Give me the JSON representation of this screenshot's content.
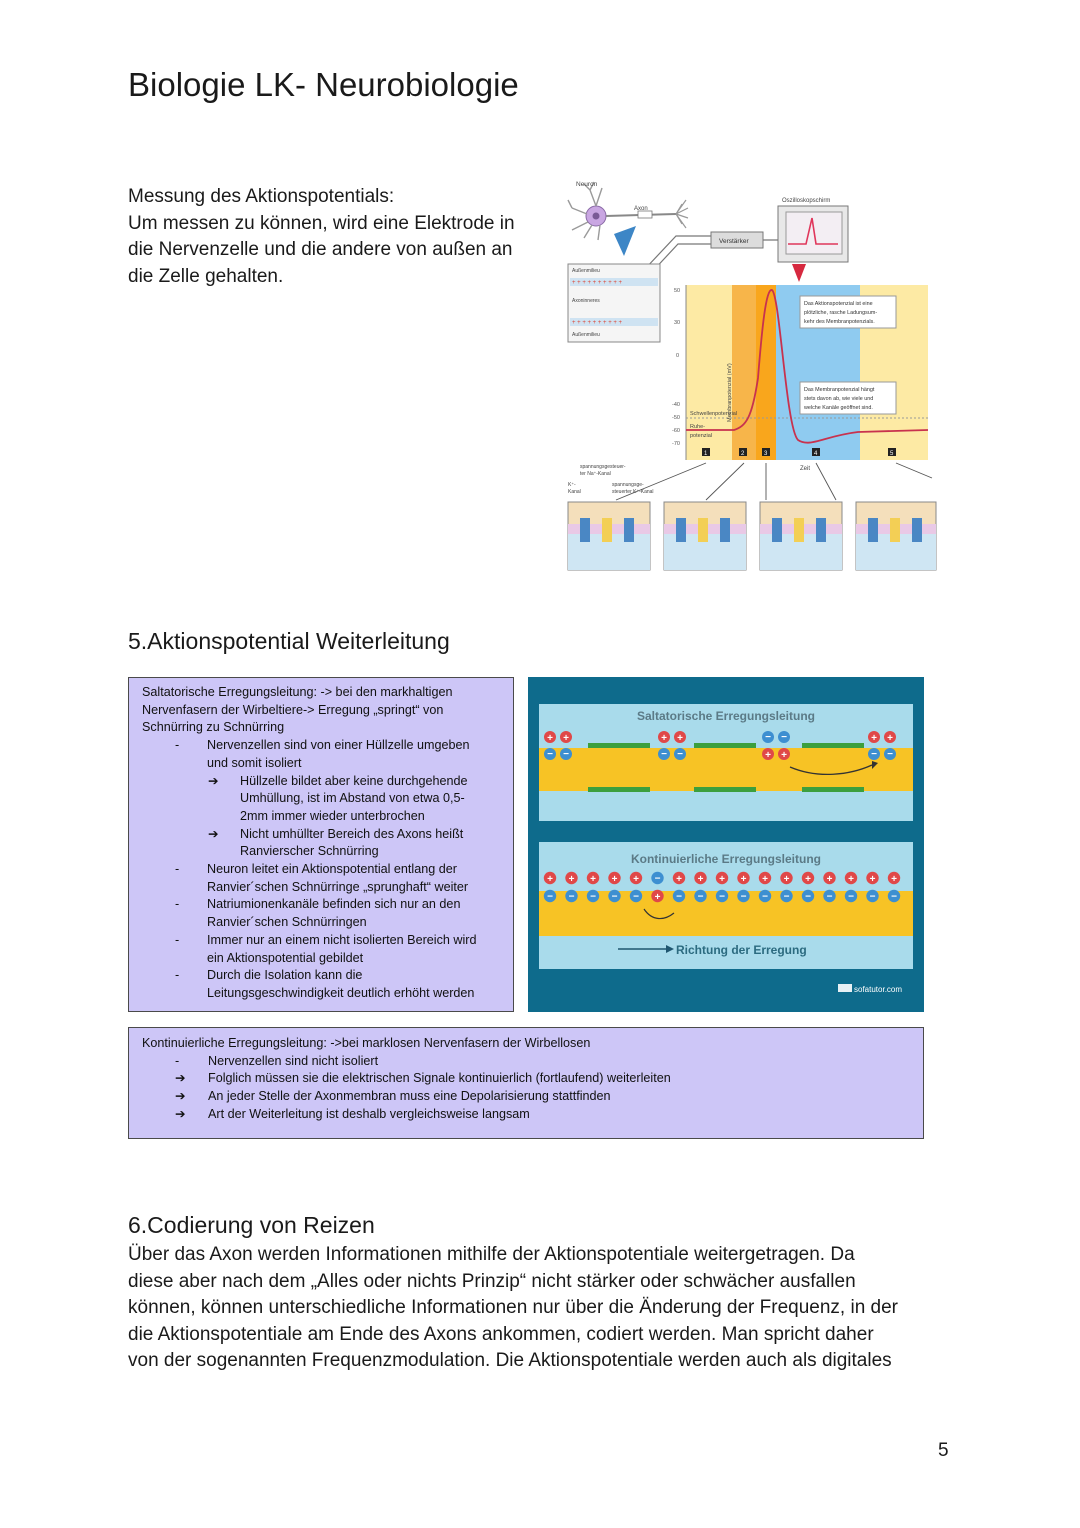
{
  "title": "Biologie LK- Neurobiologie",
  "measurement": {
    "lines": [
      "Messung des Aktionspotentials:",
      "Um messen zu können, wird eine Elektrode in",
      "die Nervenzelle und die andere von außen an",
      "die Zelle gehalten."
    ]
  },
  "figure_ap": {
    "neuron": "Neuron",
    "axon": "Axon",
    "amplifier": "Verstärker",
    "oscilloscope": "Oszilloskopschirm",
    "outer": "Außenmilieu",
    "inner": "Axoninneres",
    "outer2": "Außenmilieu",
    "ylabel": "Membranpotenzial (mV)",
    "yticks": [
      "50",
      "30",
      "0",
      "-40",
      "-50",
      "-60",
      "-70"
    ],
    "threshold": "Schwellenpotenzial",
    "rest1": "Ruhe-",
    "rest2": "potenzial",
    "xlabel": "Zeit",
    "phases": [
      "1",
      "2",
      "3",
      "4",
      "5"
    ],
    "note_ap_1": "Das Aktionspotenzial ist eine",
    "note_ap_2": "plötzliche, rasche Ladungsum-",
    "note_ap_3": "kehr des Membranpotenzials.",
    "note_mp_1": "Das Membranpotenzial hängt",
    "note_mp_2": "stets davon ab, wie viele und",
    "note_mp_3": "welche Kanäle geöffnet sind.",
    "na_1": "spannungsgesteuer-",
    "na_2": "ter Na⁺-Kanal",
    "k_1": "K⁺-",
    "k_2": "Kanal",
    "kv_1": "spannungsge-",
    "kv_2": "steuerter K⁺-Kanal",
    "plus_row": "+ + + + + + + + + +",
    "minus_row": "– – – – – – – – – –"
  },
  "section5": {
    "heading": "5.Aktionspotential Weiterleitung",
    "saltatory": [
      {
        "level": 0,
        "marker": "",
        "text": "Saltatorische Erregungsleitung: -> bei den markhaltigen"
      },
      {
        "level": 0,
        "marker": "",
        "text": "Nervenfasern der Wirbeltiere-> Erregung „springt“ von"
      },
      {
        "level": 0,
        "marker": "",
        "text": "Schnürring zu Schnürring"
      },
      {
        "level": 1,
        "marker": "-",
        "text": "Nervenzellen sind von einer Hüllzelle umgeben"
      },
      {
        "level": 1,
        "marker": "",
        "text": "und somit isoliert"
      },
      {
        "level": 2,
        "marker": "➔",
        "text": "Hüllzelle bildet aber keine durchgehende"
      },
      {
        "level": 2,
        "marker": "",
        "text": "Umhüllung, ist im Abstand von etwa 0,5-"
      },
      {
        "level": 2,
        "marker": "",
        "text": "2mm immer wieder unterbrochen"
      },
      {
        "level": 2,
        "marker": "➔",
        "text": "Nicht umhüllter Bereich des Axons heißt"
      },
      {
        "level": 2,
        "marker": "",
        "text": "Ranvierscher Schnürring"
      },
      {
        "level": 1,
        "marker": "-",
        "text": "Neuron leitet ein Aktionspotential entlang der"
      },
      {
        "level": 1,
        "marker": "",
        "text": "Ranvier´schen Schnürringe „sprunghaft“ weiter"
      },
      {
        "level": 1,
        "marker": "-",
        "text": "Natriumionenkanäle befinden sich nur an den"
      },
      {
        "level": 1,
        "marker": "",
        "text": "Ranvier´schen Schnürringen"
      },
      {
        "level": 1,
        "marker": "-",
        "text": "Immer nur an einem nicht isolierten Bereich wird"
      },
      {
        "level": 1,
        "marker": "",
        "text": "ein Aktionspotential gebildet"
      },
      {
        "level": 1,
        "marker": "-",
        "text": "Durch die Isolation kann die"
      },
      {
        "level": 1,
        "marker": "",
        "text": "Leitungsgeschwindigkeit deutlich erhöht werden"
      }
    ],
    "continuous": [
      {
        "level": 0,
        "marker": "",
        "text": "Kontinuierliche Erregungsleitung: ->bei marklosen Nervenfasern der Wirbellosen"
      },
      {
        "level": 1,
        "marker": "-",
        "text": "Nervenzellen sind nicht isoliert"
      },
      {
        "level": 1,
        "marker": "➔",
        "text": "Folglich müssen sie die elektrischen Signale kontinuierlich (fortlaufend) weiterleiten"
      },
      {
        "level": 1,
        "marker": "➔",
        "text": "An jeder Stelle der Axonmembran muss eine Depolarisierung stattfinden"
      },
      {
        "level": 1,
        "marker": "➔",
        "text": "Art der Weiterleitung ist deshalb vergleichsweise langsam"
      }
    ],
    "figure": {
      "saltatory_title": "Saltatorische Erregungsleitung",
      "continuous_title": "Kontinuierliche Erregungsleitung",
      "direction": "Richtung der Erregung",
      "credit": "sofatutor.com",
      "colors": {
        "bg": "#0e6b8c",
        "panel": "#a9dbeb",
        "axon": "#f7c325",
        "plus": "#e04848",
        "minus": "#3d8fd1",
        "myelin": "#3c9f3e"
      }
    }
  },
  "section6": {
    "heading": "6.Codierung von Reizen",
    "lines": [
      "Über das Axon werden Informationen mithilfe der Aktionspotentiale weitergetragen. Da",
      "diese aber nach dem „Alles oder nichts Prinzip“ nicht stärker oder schwächer ausfallen",
      "können, können unterschiedliche Informationen nur über die Änderung der Frequenz, in der",
      "die Aktionspotentiale am Ende des Axons ankommen, codiert werden. Man spricht daher",
      "von der sogenannten Frequenzmodulation. Die Aktionspotentiale werden auch als digitales"
    ]
  },
  "page_number": "5"
}
